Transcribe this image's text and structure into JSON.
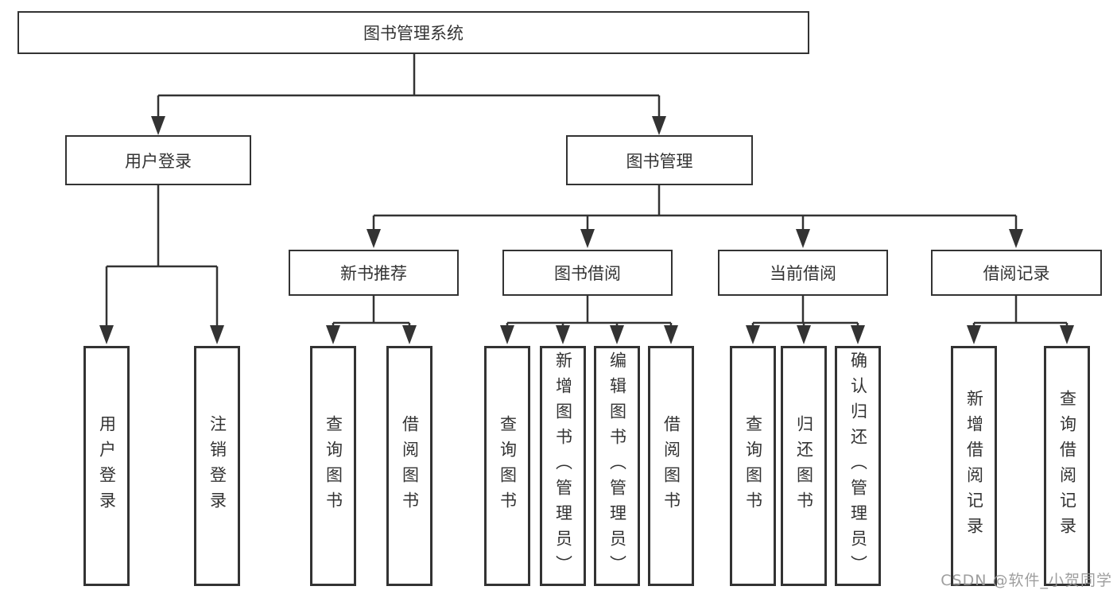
{
  "tree": {
    "label": "图书管理系统",
    "children": [
      {
        "label": "用户登录",
        "children": [
          {
            "label": "用户登录"
          },
          {
            "label": "注销登录"
          }
        ]
      },
      {
        "label": "图书管理",
        "children": [
          {
            "label": "新书推荐",
            "children": [
              {
                "label": "查询图书"
              },
              {
                "label": "借阅图书"
              }
            ]
          },
          {
            "label": "图书借阅",
            "children": [
              {
                "label": "查询图书"
              },
              {
                "label": "新增图书（管理员）"
              },
              {
                "label": "编辑图书（管理员）"
              },
              {
                "label": "借阅图书"
              }
            ]
          },
          {
            "label": "当前借阅",
            "children": [
              {
                "label": "查询图书"
              },
              {
                "label": "归还图书"
              },
              {
                "label": "确认归还（管理员）"
              }
            ]
          },
          {
            "label": "借阅记录",
            "children": [
              {
                "label": "新增借阅记录"
              },
              {
                "label": "查询借阅记录"
              }
            ]
          }
        ]
      }
    ]
  },
  "watermark": "CSDN @软件_小贺同学",
  "colors": {
    "line": "#333333",
    "box_border": "#333333",
    "text": "#333333",
    "background": "#ffffff",
    "watermark": "#969696"
  }
}
